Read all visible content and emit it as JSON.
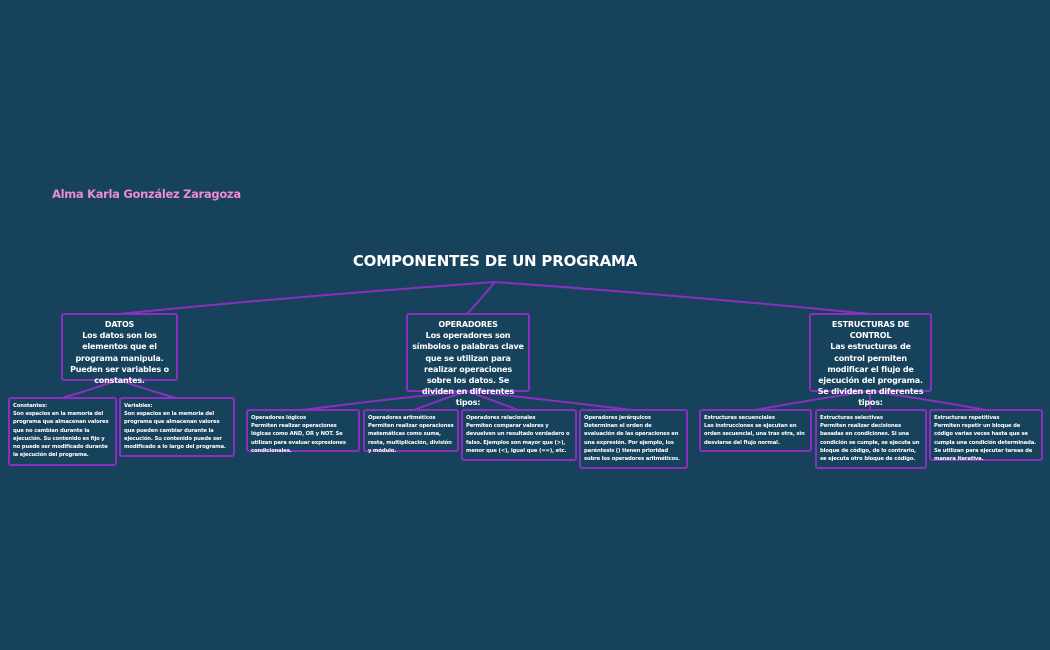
{
  "author": "Alma Karla González Zaragoza",
  "title": "COMPONENTES DE UN PROGRAMA",
  "colors": {
    "background": "#17425b",
    "connector": "#8b2fc0",
    "author": "#f08ad7",
    "text": "#ffffff"
  },
  "datos": {
    "title": "DATOS",
    "body": "Los datos son los elementos que el programa manipula. Pueden ser variables o constantes.",
    "constantes": {
      "title": "Constantes:",
      "body": "Son espacios en la memoria del programa que almacenan valores que no cambian durante la ejecución. Su contenido es fijo y no puede ser modificado durante la ejecución del programa."
    },
    "variables": {
      "title": "Variables:",
      "body": "Son espacios en la memoria del programa que almacenan valores que pueden cambiar durante la ejecución. Su contenido puede ser modificado a lo largo del programa."
    }
  },
  "operadores": {
    "title": "OPERADORES",
    "body": "Los operadores son símbolos o palabras clave que se utilizan para realizar operaciones sobre los datos. Se dividen en diferentes tipos:",
    "logicos": {
      "title": "Operadores lógicos",
      "body": "Permiten realizar operaciones lógicas como AND, OR y NOT. Se utilizan para evaluar expresiones condicionales."
    },
    "aritmeticos": {
      "title": "Operadores aritméticos",
      "body": "Permiten realizar operaciones matemáticas como suma, resta, multiplicación, división y módulo."
    },
    "relacionales": {
      "title": "Operadores relacionales",
      "body": "Permiten comparar valores y devuelven un resultado verdadero o falso. Ejemplos son mayor que (>), menor que (<), igual que (==), etc."
    },
    "jerarquicos": {
      "title": "Operadores jerárquicos",
      "body": "Determinan el orden de evaluación de las operaciones en una expresión. Por ejemplo, los paréntesis () tienen prioridad sobre los operadores aritméticos."
    }
  },
  "estructuras": {
    "title": "ESTRUCTURAS DE CONTROL",
    "body": "Las estructuras de control permiten modificar el flujo de ejecución del programa. Se dividen en diferentes tipos:",
    "secuenciales": {
      "title": "Estructuras secuenciales",
      "body": "Las instrucciones se ejecutan en orden secuencial, una tras otra, sin desviarse del flujo normal."
    },
    "selectivas": {
      "title": "Estructuras selectivas",
      "body": "Permiten realizar decisiones basadas en condiciones. Si una condición se cumple, se ejecuta un bloque de código, de lo contrario, se ejecuta otro bloque de código."
    },
    "repetitivas": {
      "title": "Estructuras repetitivas",
      "body": "Permiten repetir un bloque de código varias veces hasta que se cumpla una condición determinada. Se utilizan para ejecutar tareas de manera iterativa."
    }
  }
}
